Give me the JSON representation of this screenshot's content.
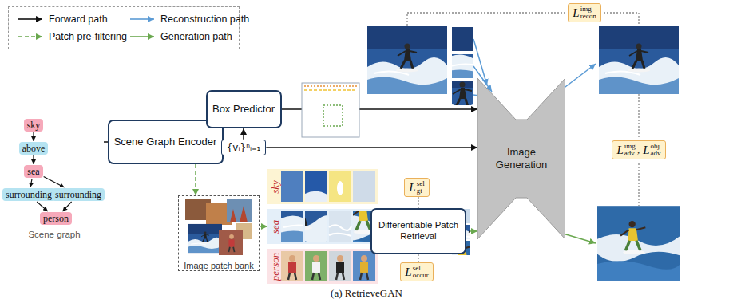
{
  "diagram": {
    "caption": "(a) RetrieveGAN",
    "nodes": [
      {
        "text": [
          "sky"
        ]
      },
      {
        "text": [
          "above"
        ]
      },
      {
        "text": [
          "sea"
        ]
      },
      {
        "text": [
          "surrounding"
        ]
      },
      {
        "text": [
          "surrounding"
        ]
      },
      {
        "text": [
          "person"
        ]
      },
      {
        "text": [
          "Scene Graph Encoder"
        ]
      },
      {
        "text": [
          "Box Predictor"
        ]
      },
      {
        "text": [
          "{vᵢ}ⁿᵢ₌₁"
        ]
      },
      {
        "text": [
          "Image Generation"
        ]
      },
      {
        "text": [
          "Image patch bank"
        ]
      },
      {
        "text": [
          "sky"
        ]
      },
      {
        "text": [
          "sea"
        ]
      },
      {
        "text": [
          "person"
        ]
      },
      {
        "text": [
          "Differentiable Patch Retrieval"
        ]
      },
      {
        "text": [
          "L",
          "sel",
          "gt"
        ]
      },
      {
        "text": [
          "L",
          "sel",
          "occur"
        ]
      },
      {
        "text": [
          "L",
          "img",
          "recon"
        ]
      },
      {
        "text": [
          "L",
          "img",
          "adv",
          ",",
          "L",
          "obj",
          "adv"
        ]
      }
    ],
    "edges": [
      {
        "from": 0,
        "to": 1,
        "arrow": "to"
      },
      {
        "from": 1,
        "to": 2,
        "arrow": "to"
      },
      {
        "from": 2,
        "to": 3,
        "arrow": "to"
      },
      {
        "from": 2,
        "to": 4,
        "arrow": "to"
      },
      {
        "from": 3,
        "to": 5,
        "arrow": "to"
      },
      {
        "from": 4,
        "to": 5,
        "arrow": "to"
      },
      {
        "from": 6,
        "to": 8,
        "arrow": "to"
      },
      {
        "from": 8,
        "to": 7,
        "arrow": "to"
      },
      {
        "from": 8,
        "to": 9,
        "arrow": "to"
      },
      {
        "from": 7,
        "to": 9,
        "arrow": "to"
      },
      {
        "from": 6,
        "to": 10,
        "arrow": "to"
      },
      {
        "from": 10,
        "to": 12,
        "arrow": "to"
      },
      {
        "from": 12,
        "to": 14,
        "arrow": "to"
      },
      {
        "from": 14,
        "to": 9,
        "arrow": "to"
      },
      {
        "from": 14,
        "to": 15,
        "arrow": "none"
      },
      {
        "from": 14,
        "to": 16,
        "arrow": "none"
      }
    ],
    "labels": [
      "Scene graph"
    ],
    "legend": [
      {
        "text": "Forward path"
      },
      {
        "text": "Reconstruction path"
      },
      {
        "text": "Patch pre-filtering"
      },
      {
        "text": "Generation path"
      }
    ]
  }
}
